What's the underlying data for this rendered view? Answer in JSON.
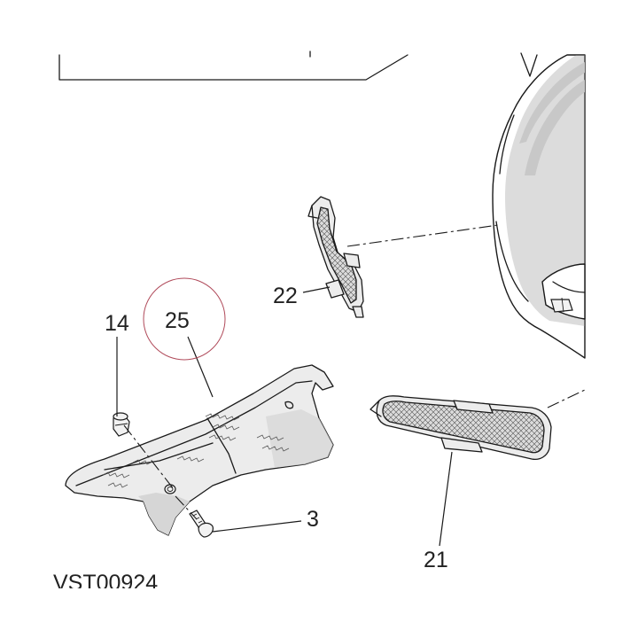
{
  "callouts": {
    "part_14": "14",
    "part_25": "25",
    "part_22": "22",
    "part_21": "21",
    "part_3": "3"
  },
  "figure_code": "VST00924",
  "colors": {
    "line": "#1a1a1a",
    "highlight_ring": "#b04a5a",
    "shading": "#9a9a9a"
  }
}
